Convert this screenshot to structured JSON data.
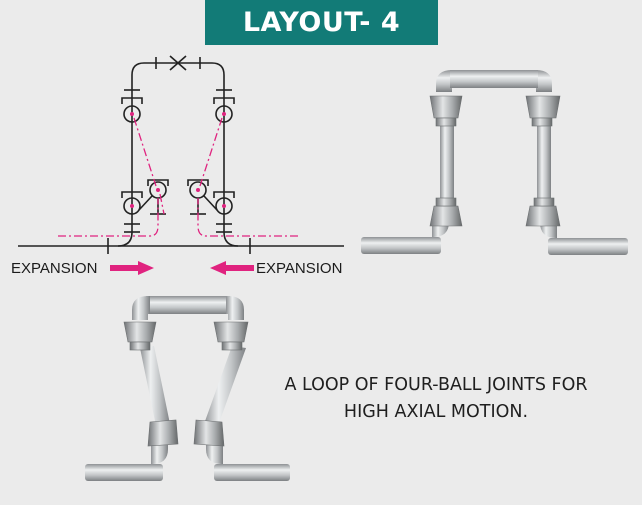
{
  "title": "LAYOUT- 4",
  "schematic": {
    "left_label": "EXPANSION",
    "right_label": "EXPANSION",
    "arrow_color": "#e0237f",
    "axis_line_color": "#e0237f"
  },
  "caption": {
    "line1": "A LOOP OF FOUR-BALL JOINTS FOR",
    "line2": "HIGH AXIAL MOTION."
  },
  "colors": {
    "banner": "#127b77",
    "background": "#ebebeb",
    "pipe": "#b9bcbf"
  }
}
